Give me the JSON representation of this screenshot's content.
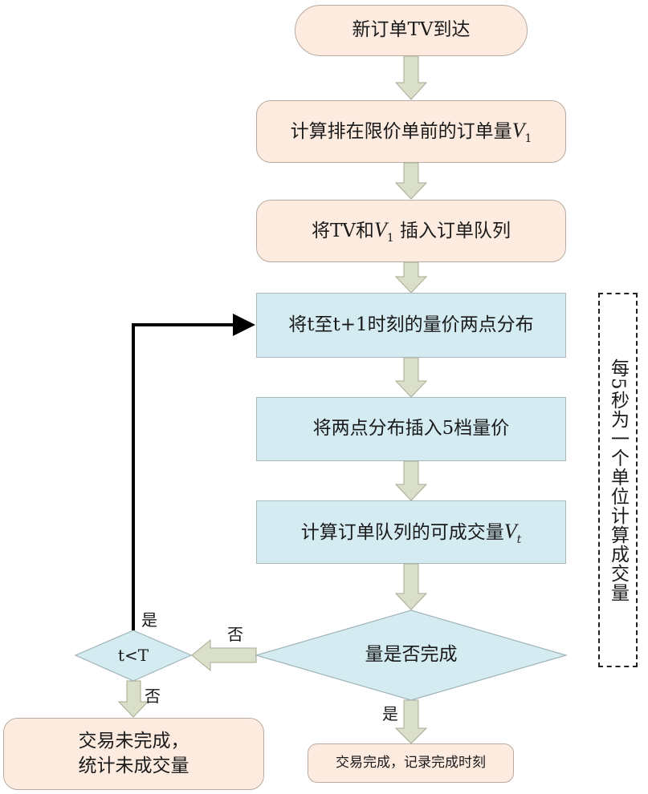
{
  "title": "订单成交流程图",
  "nodes": {
    "start": "新订单TV到达",
    "calc_v1_prefix": "计算排在限价单前的订单量",
    "calc_v1_var": "V",
    "calc_v1_sub": "1",
    "insert_prefix": "将TV和",
    "insert_var": "V",
    "insert_sub": "1",
    "insert_suffix": " 插入订单队列",
    "distribute": "将t至t+1时刻的量价两点分布",
    "insert_5": "将两点分布插入5档量价",
    "calc_vt_prefix": "计算订单队列的可成交量",
    "calc_vt_var": "V",
    "calc_vt_sub": "t",
    "decision_complete": "量是否完成",
    "decision_time": "t<T",
    "incomplete_line1": "交易未完成，",
    "incomplete_line2": "统计未成交量",
    "complete": "交易完成，记录完成时刻"
  },
  "edge_labels": {
    "time_yes": "是",
    "time_no": "否",
    "complete_no": "否",
    "complete_yes": "是"
  },
  "annotation": "每5秒为一个单位计算成交量",
  "colors": {
    "peach_fill": "#fdebe0",
    "blue_fill": "#d3ebf1",
    "arrow_fill": "#dadfca",
    "arrow_stroke": "#a7ab93",
    "loop_line": "#000000"
  }
}
